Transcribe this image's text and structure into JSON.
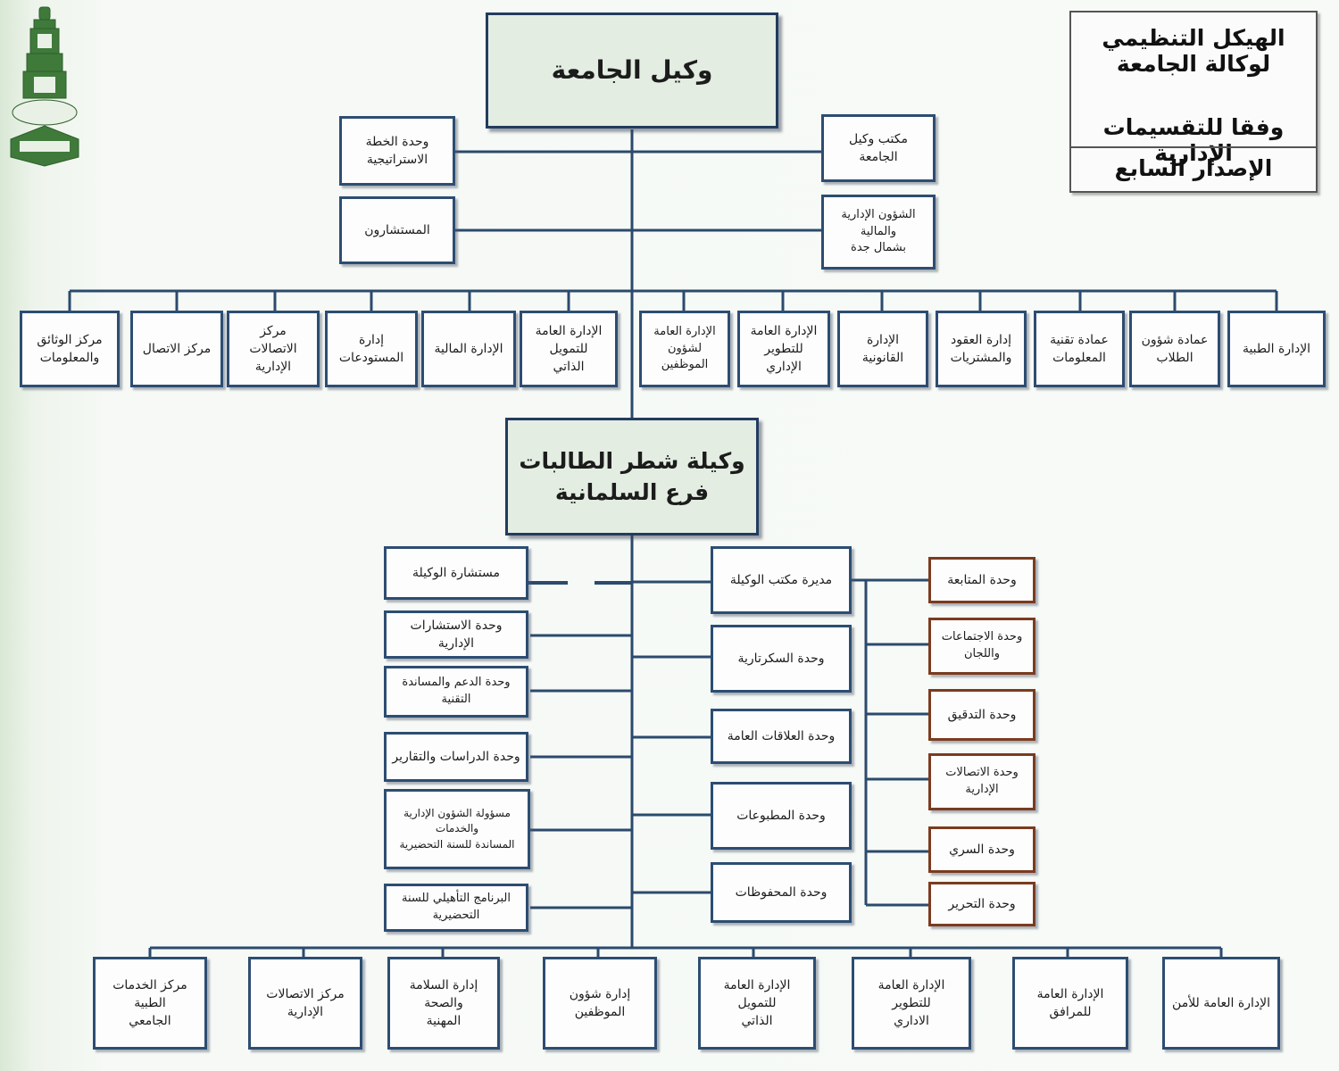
{
  "title": {
    "line1": "الهيكل التنظيمي لوكالة الجامعة",
    "line2": "وفقا للتقسيمات الإدارية",
    "edition": "الإصدار السابع"
  },
  "top": {
    "vice_president": "وكيل الجامعة",
    "strategic_plan_unit": "وحدة الخطة الاستراتيجية",
    "advisors": "المستشارون",
    "vp_office": "مكتب وكيل الجامعة",
    "admin_finance_north": "الشؤون الإدارية والمالية\nبشمال جدة"
  },
  "departments": [
    "الإدارة الطبية",
    "عمادة شؤون الطلاب",
    "عمادة تقنية\nالمعلومات",
    "إدارة العقود\nوالمشتريات",
    "الإدارة القانونية",
    "الإدارة العامة\nللتطوير الإداري",
    "الإدارة العامة لشؤون\nالموظفين",
    "الإدارة العامة للتمويل\nالذاتي",
    "الإدارة المالية",
    "إدارة المستودعات",
    "مركز الاتصالات\nالإدارية",
    "مركز الاتصال",
    "مركز الوثائق\nوالمعلومات"
  ],
  "female_branch": {
    "head": "وكيلة شطر الطالبات\nفرع السلمانية",
    "left_units": [
      "مستشارة الوكيلة",
      "وحدة الاستشارات الإدارية",
      "وحدة الدعم والمساندة التقنية",
      "وحدة الدراسات والتقارير",
      "مسؤولة الشؤون الإدارية والخدمات\nالمساندة للسنة التحضيرية",
      "البرنامج التأهيلي للسنة التحضيرية"
    ],
    "middle_units": [
      "مديرة مكتب الوكيلة",
      "وحدة السكرتارية",
      "وحدة العلاقات العامة",
      "وحدة المطبوعات",
      "وحدة المحفوظات"
    ],
    "right_units": [
      "وحدة المتابعة",
      "وحدة الاجتماعات واللجان",
      "وحدة التدقيق",
      "وحدة الاتصالات الإدارية",
      "وحدة السري",
      "وحدة التحرير"
    ],
    "bottom_units": [
      "الإدارة العامة للأمن",
      "الإدارة العامة للمرافق",
      "الإدارة العامة للتطوير\nالاداري",
      "الإدارة العامة للتمويل\nالذاتي",
      "إدارة شؤون الموظفين",
      "إدارة السلامة والصحة\nالمهنية",
      "مركز الاتصالات الإدارية",
      "مركز الخدمات الطبية\nالجامعي"
    ]
  },
  "colors": {
    "line": "#2b4a6d",
    "box_border": "#2d4d72",
    "brown_border": "#7b3b1f",
    "head_fill": "#e3ede2",
    "logo_green": "#3f7a3a"
  }
}
